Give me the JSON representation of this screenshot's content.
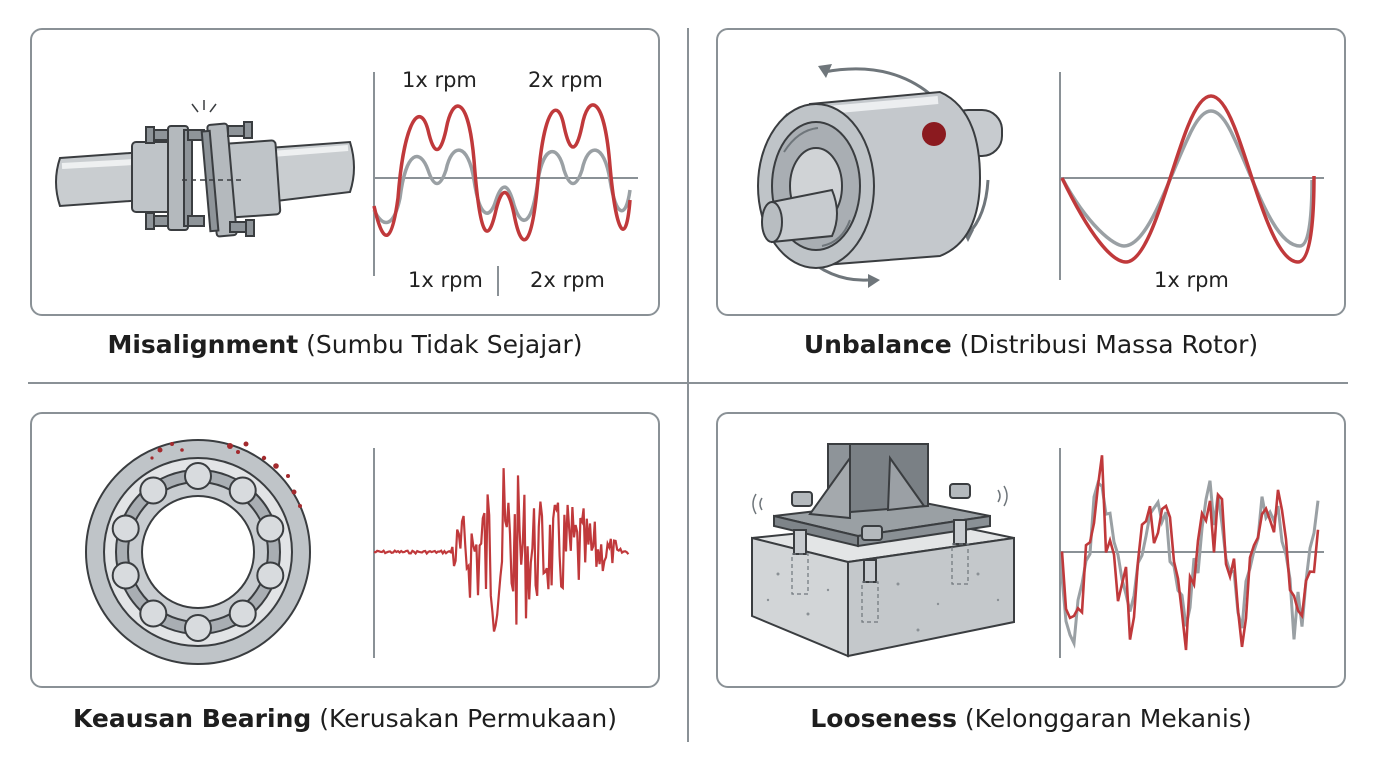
{
  "panels": [
    {
      "id": "misalignment",
      "title_bold": "Misalignment",
      "title_rest": " (Sumbu Tidak Sejajar)",
      "labels_top": [
        "1x rpm",
        "2x rpm"
      ],
      "labels_bottom": [
        "1x rpm",
        "2x rpm"
      ]
    },
    {
      "id": "unbalance",
      "title_bold": "Unbalance",
      "title_rest": " (Distribusi Massa Rotor)",
      "label_bottom": "1x rpm"
    },
    {
      "id": "bearing",
      "title_bold": "Keausan Bearing",
      "title_rest": " (Kerusakan Permukaan)"
    },
    {
      "id": "looseness",
      "title_bold": "Looseness",
      "title_rest": " (Kelonggaran Mekanis)"
    }
  ],
  "colors": {
    "signal_red": "#c0393b",
    "signal_gray": "#9aa0a4",
    "axis": "#8a9196",
    "metal_light": "#d3d6d9",
    "metal_mid": "#b4b9bd",
    "metal_dark": "#8e9499",
    "outline": "#3a3d40",
    "unbalance_mass": "#8b1a1f"
  }
}
